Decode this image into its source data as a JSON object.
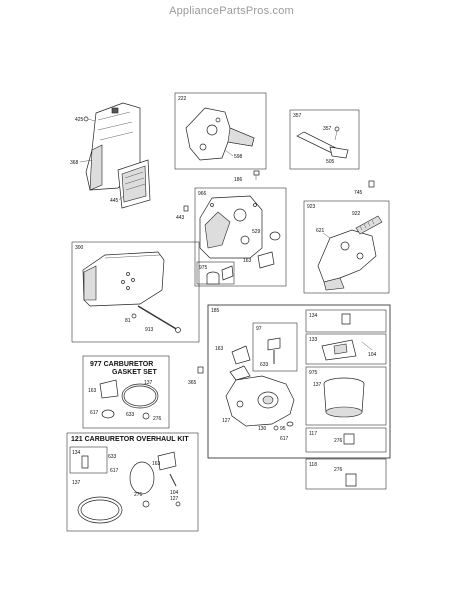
{
  "watermark": "AppliancePartsPros.com",
  "boxes": {
    "b222": "222",
    "b357": "357",
    "b966": "966",
    "b923": "923",
    "b300": "300",
    "b185": "185",
    "b975_small": "975",
    "b97": "97",
    "b134": "134",
    "b133": "133",
    "b975": "975",
    "b117": "117",
    "b118": "118",
    "b134_kit": "134"
  },
  "kits": {
    "gasket_set": "977 CARBURETOR GASKET SET",
    "gasket_set_line1": "977 CARBURETOR",
    "gasket_set_line2": "GASKET SET",
    "overhaul_kit": "121 CARBURETOR OVERHAUL KIT"
  },
  "labels": {
    "l425": "425",
    "l368": "368",
    "l445": "445",
    "l598": "598",
    "l186": "186",
    "l357a": "357",
    "l505": "505",
    "l745": "745",
    "l443": "443",
    "l529": "529",
    "l163a": "163",
    "l922": "922",
    "l621": "621",
    "l81": "81",
    "l913": "913",
    "l365": "365",
    "l163b": "163",
    "l633a": "633",
    "l127a": "127",
    "l130": "130",
    "l95": "95",
    "l617a": "617",
    "l104a": "104",
    "l137a": "137",
    "l276a": "276",
    "l276b": "276",
    "l163c": "163",
    "l137b": "137",
    "l617b": "617",
    "l633b": "633",
    "l276c": "276",
    "l633c": "633",
    "l163d": "163",
    "l617c": "617",
    "l104b": "104",
    "l137c": "137",
    "l276d": "276",
    "l127b": "127"
  }
}
